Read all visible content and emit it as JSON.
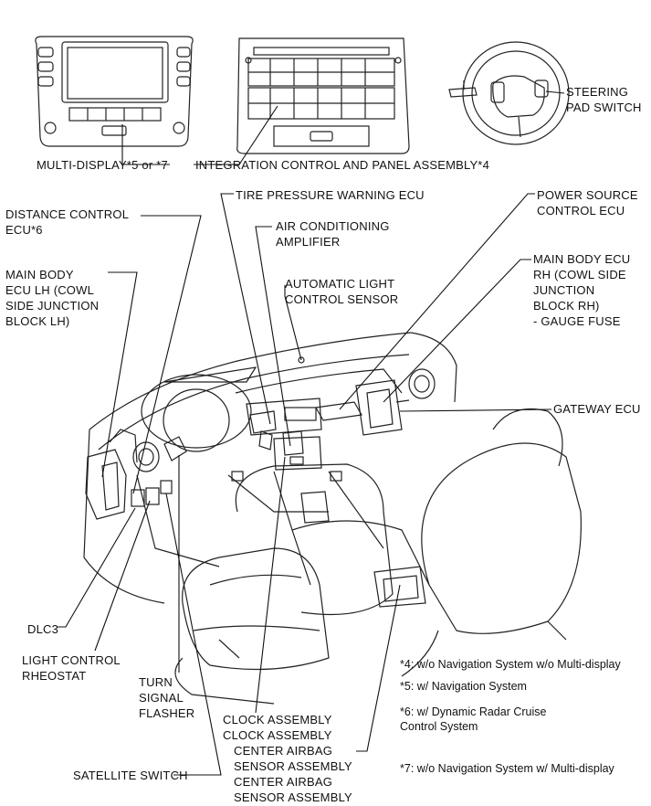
{
  "labels": {
    "multi_display": "MULTI-DISPLAY*5 or *7",
    "integration_panel": "INTEGRATION CONTROL AND PANEL ASSEMBLY*4",
    "steering_pad": "STEERING\nPAD SWITCH",
    "distance_control": "DISTANCE CONTROL\nECU*6",
    "tire_pressure": "TIRE PRESSURE WARNING ECU",
    "power_source": "POWER SOURCE\nCONTROL ECU",
    "air_conditioning": "AIR CONDITIONING\nAMPLIFIER",
    "main_body_lh": "MAIN BODY\nECU LH (COWL\nSIDE JUNCTION\nBLOCK LH)",
    "main_body_rh": "MAIN BODY ECU\nRH (COWL SIDE\nJUNCTION\nBLOCK RH)\n- GAUGE FUSE",
    "auto_light": "AUTOMATIC LIGHT\nCONTROL SENSOR",
    "gateway": "GATEWAY ECU",
    "dlc3": "DLC3",
    "light_rheostat": "LIGHT CONTROL\nRHEOSTAT",
    "turn_signal": "TURN\nSIGNAL\nFLASHER",
    "clock": "CLOCK ASSEMBLY\nCLOCK ASSEMBLY",
    "center_airbag": "CENTER AIRBAG\nSENSOR ASSEMBLY\nCENTER AIRBAG\nSENSOR ASSEMBLY",
    "satellite": "SATELLITE SWITCH"
  },
  "notes": {
    "n4": "*4: w/o Navigation System w/o Multi-display",
    "n5": "*5: w/ Navigation System",
    "n6": "*6: w/ Dynamic Radar Cruise\nControl System",
    "n7": "*7: w/o Navigation System w/ Multi-display"
  }
}
